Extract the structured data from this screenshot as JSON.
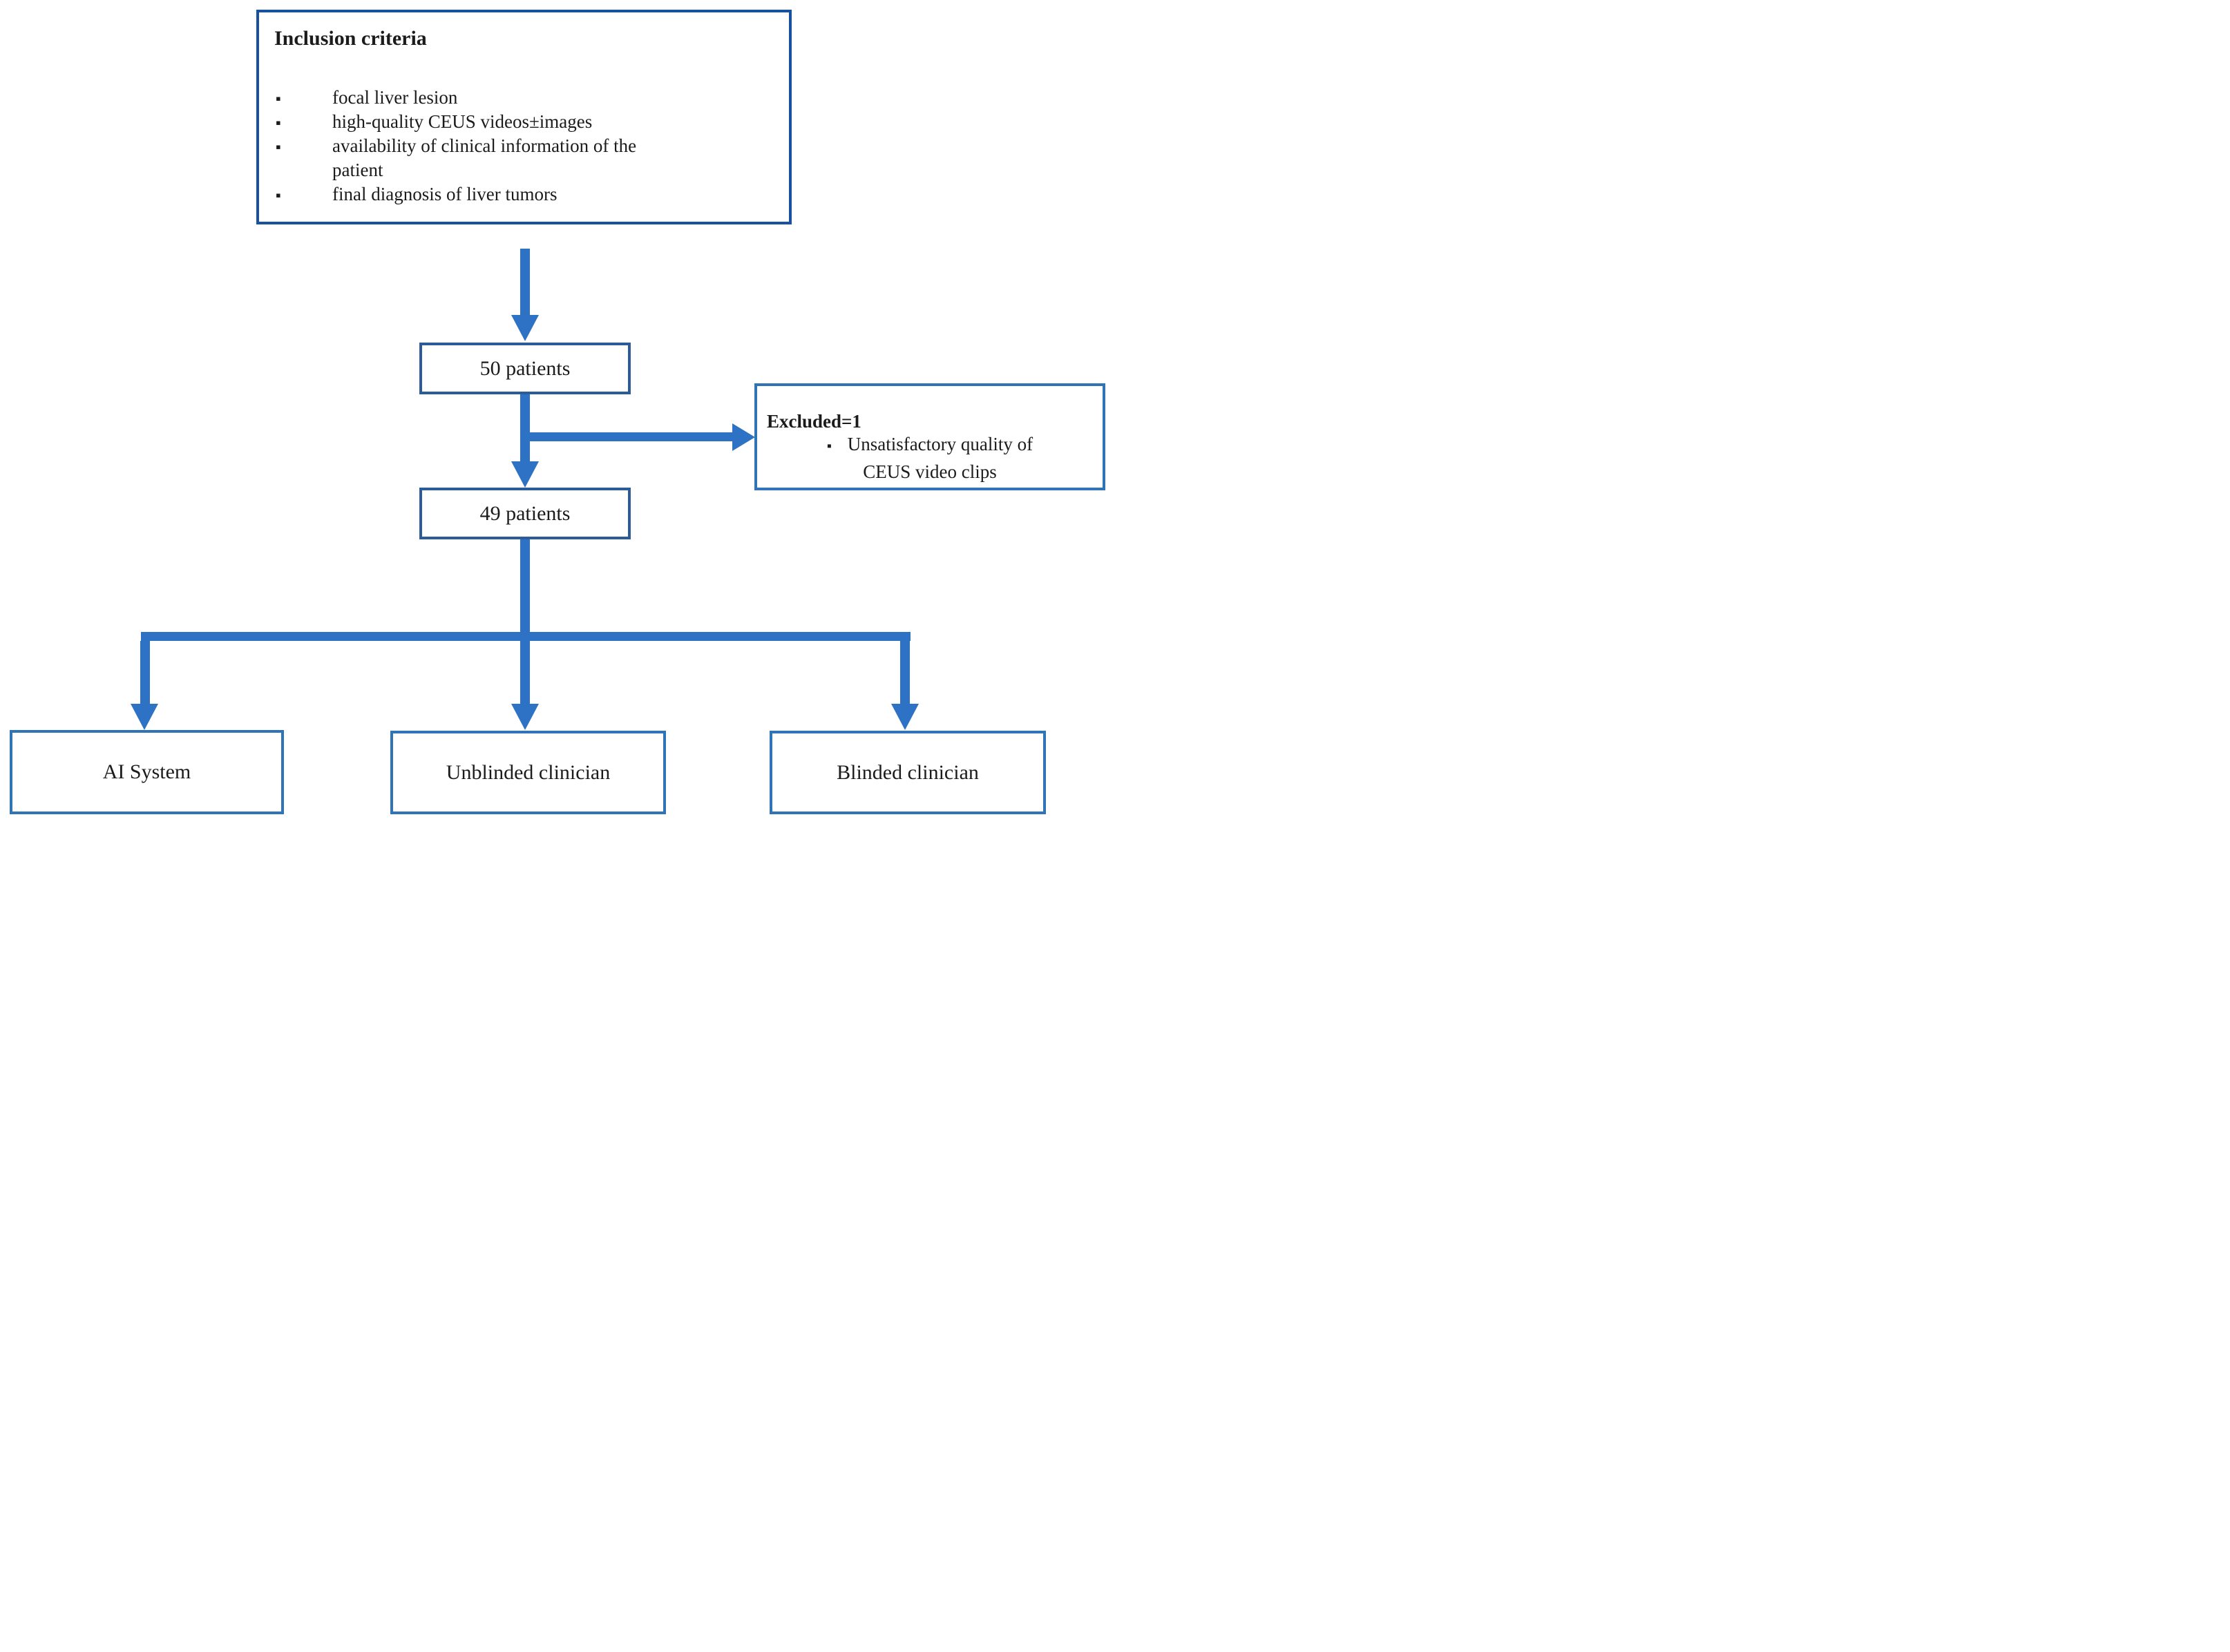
{
  "figure": {
    "type": "flowchart",
    "description": "Study enrollment flow diagram"
  },
  "colors": {
    "arrow-blue": "#2d72c4",
    "border-dark": "#1851a0",
    "border-mid": "#2b5b99",
    "border-light": "#2e74b6",
    "text": "#1b1b1b",
    "bg": "#ffffff"
  },
  "bullet_char": "▪",
  "inclusion": {
    "title": "Inclusion criteria",
    "lines": [
      {
        "bullet": true,
        "text": "focal liver lesion"
      },
      {
        "bullet": true,
        "text": "high-quality CEUS videos±images"
      },
      {
        "bullet": true,
        "text": "availability of clinical information of the"
      },
      {
        "bullet": false,
        "text": "patient"
      },
      {
        "bullet": true,
        "text": "final diagnosis of liver tumors"
      }
    ]
  },
  "node_50": {
    "label": "50 patients"
  },
  "node_49": {
    "label": "49 patients"
  },
  "excluded": {
    "title": "Excluded=1",
    "item_line1": "Unsatisfactory quality of",
    "item_line2": "CEUS video clips"
  },
  "outcomes": [
    {
      "label": "AI System"
    },
    {
      "label": "Unblinded clinician"
    },
    {
      "label": "Blinded clinician"
    }
  ]
}
